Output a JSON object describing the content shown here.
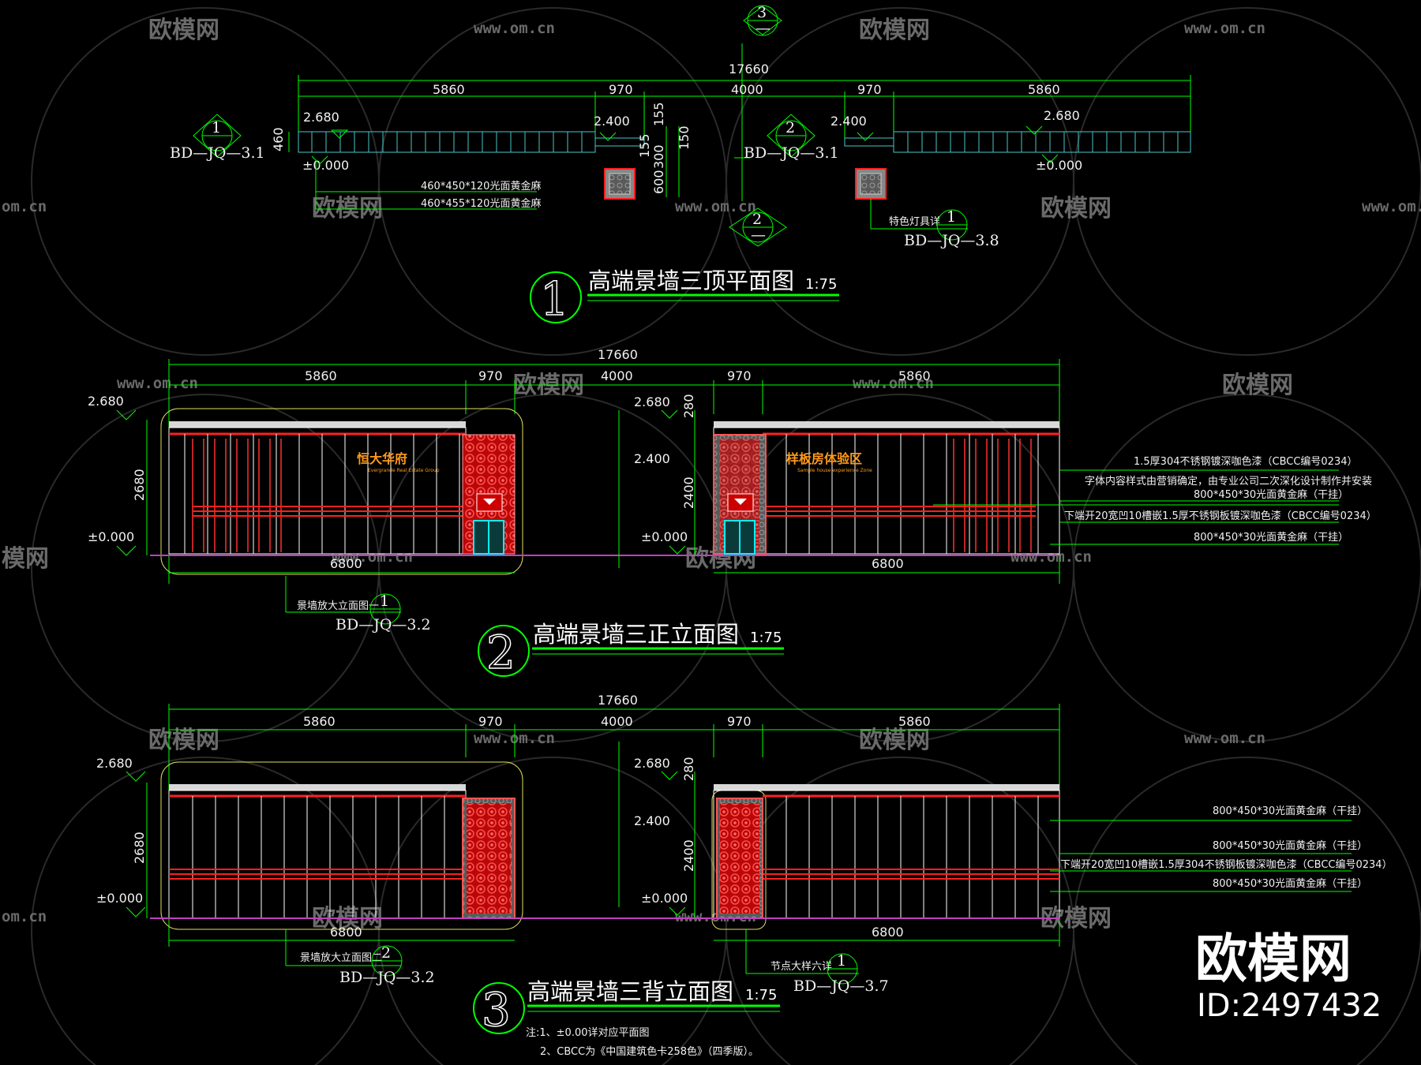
{
  "drawing1": {
    "title": "高端景墙三顶平面图",
    "number": "1",
    "scale": "1:75",
    "ref_top": {
      "num": "3",
      "sub": "—"
    },
    "ref_bottom": {
      "num": "2",
      "sub": "—"
    },
    "dims_total": "17660",
    "dims_parts": [
      "5860",
      "970",
      "4000",
      "970",
      "5860"
    ],
    "levels": {
      "left_top": "2.680",
      "left_mid": "2.400",
      "left_zero": "±0.000",
      "right_mid": "2.400",
      "right_top": "2.680",
      "right_zero": "±0.000"
    },
    "vert_dims": {
      "left": "460",
      "c1": "155",
      "c2": "155",
      "c3": "150",
      "c4": "600",
      "c5": "300"
    },
    "callout_left": {
      "num": "1",
      "code": "BD—JQ—3.1"
    },
    "callout_right": {
      "num": "2",
      "code": "BD—JQ—3.1"
    },
    "material_1": "460*450*120光面黄金麻",
    "material_2": "460*455*120光面黄金麻",
    "lamp_label": "特色灯具详",
    "lamp_ref": {
      "num": "1",
      "code": "BD—JQ—3.8"
    }
  },
  "drawing2": {
    "title": "高端景墙三正立面图",
    "number": "2",
    "scale": "1:75",
    "dims_total": "17660",
    "dims_parts": [
      "5860",
      "970",
      "4000",
      "970",
      "5860"
    ],
    "levels": {
      "left_top": "2.680",
      "left_zero": "±0.000",
      "mid_top": "2.680",
      "mid_2400": "2.400",
      "mid_zero": "±0.000"
    },
    "vert_dims": {
      "left_height": "2680",
      "mid_280": "280",
      "mid_2400": "2400"
    },
    "bottom_dims": {
      "left": "6800",
      "right": "6800"
    },
    "sign_left": "恒大华府",
    "sign_left_sub": "Evergrande Real Estate Group",
    "sign_right": "样板房体验区",
    "sign_right_sub": "Sample house experience Zone",
    "callout": {
      "label": "景墙放大立面图一",
      "num": "1",
      "code": "BD—JQ—3.2"
    },
    "notes": [
      "1.5厚304不锈钢镀深咖色漆（CBCC编号0234）",
      "字体内容样式由营销确定，由专业公司二次深化设计制作并安装",
      "800*450*30光面黄金麻（干挂）",
      "下端开20宽凹10槽嵌1.5厚不锈钢板镀深咖色漆（CBCC编号0234）",
      "800*450*30光面黄金麻（干挂）"
    ]
  },
  "drawing3": {
    "title": "高端景墙三背立面图",
    "number": "3",
    "scale": "1:75",
    "dims_total": "17660",
    "dims_parts": [
      "5860",
      "970",
      "4000",
      "970",
      "5860"
    ],
    "levels": {
      "left_top": "2.680",
      "left_zero": "±0.000",
      "mid_top": "2.680",
      "mid_2400": "2.400",
      "mid_zero": "±0.000"
    },
    "vert_dims": {
      "left_height": "2680",
      "mid_280": "280",
      "mid_2400": "2400"
    },
    "bottom_dims": {
      "left": "6800",
      "right": "6800"
    },
    "callout_left": {
      "label": "景墙放大立面图二",
      "num": "2",
      "code": "BD—JQ—3.2"
    },
    "callout_right": {
      "label": "节点大样六详",
      "num": "1",
      "code": "BD—JQ—3.7"
    },
    "notes": [
      "800*450*30光面黄金麻（干挂）",
      "800*450*30光面黄金麻（干挂）",
      "下端开20宽凹10槽嵌1.5厚304不锈钢板镀深咖色漆（CBCC编号0234）",
      "800*450*30光面黄金麻（干挂）"
    ]
  },
  "footnotes": {
    "line1": "注:1、±0.00详对应平面图",
    "line2": "2、CBCC为《中国建筑色卡258色》（四季版）。"
  },
  "watermark": {
    "name": "欧模网",
    "url": "www.om.cn",
    "url_partial": "om.cn",
    "name_partial": "模网",
    "brand_name": "欧模网",
    "brand_id": "ID:2497432"
  },
  "colors": {
    "background": "#000000",
    "dimension": "#00ff00",
    "accent": "#ff2020",
    "panel": "#ffffff"
  }
}
